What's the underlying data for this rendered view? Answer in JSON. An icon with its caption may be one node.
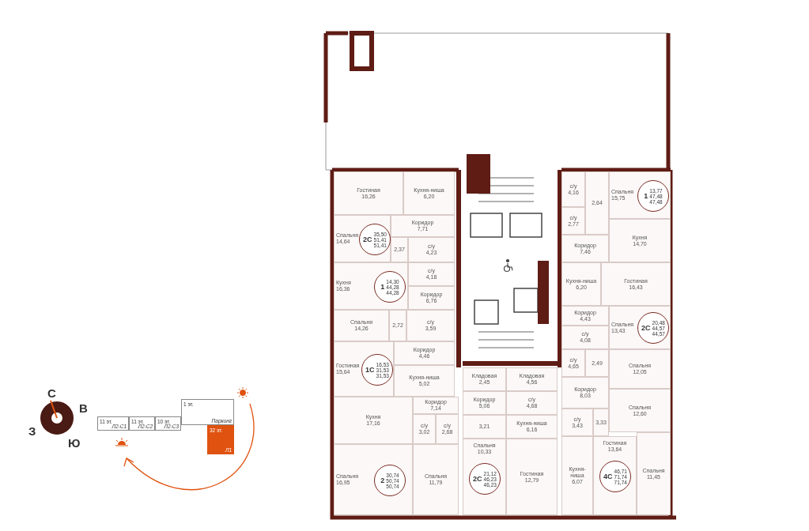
{
  "diagram": {
    "nodes": [
      {
        "text": [
          "Гостиная",
          "16,26"
        ]
      },
      {
        "text": [
          "Кухня-ниша",
          "6,20"
        ]
      },
      {
        "text": [
          "Спальня",
          "14,64"
        ]
      },
      {
        "text": [
          "2С",
          "35,50",
          "51,41",
          "51,41"
        ],
        "in": 2
      },
      {
        "text": [
          "Коридор",
          "7,71"
        ]
      },
      {
        "text": [
          "2,37"
        ]
      },
      {
        "text": [
          "с/у",
          "4,23"
        ]
      },
      {
        "text": [
          "Кухня",
          "16,36"
        ]
      },
      {
        "text": [
          "1",
          "14,30",
          "44,28",
          "44,28"
        ],
        "in": 7
      },
      {
        "text": [
          "с/у",
          "4,18"
        ]
      },
      {
        "text": [
          "Коридор",
          "6,76"
        ]
      },
      {
        "text": [
          "Спальня",
          "14,26"
        ]
      },
      {
        "text": [
          "2,72"
        ]
      },
      {
        "text": [
          "с/у",
          "3,59"
        ]
      },
      {
        "text": [
          "Гостиная",
          "15,64"
        ]
      },
      {
        "text": [
          "1С",
          "16,53",
          "31,53",
          "31,53"
        ],
        "in": 14
      },
      {
        "text": [
          "Коридор",
          "4,46"
        ]
      },
      {
        "text": [
          "Кухня-ниша",
          "5,02"
        ]
      },
      {
        "text": [
          "Кухня",
          "17,16"
        ]
      },
      {
        "text": [
          "Коридор",
          "7,14"
        ]
      },
      {
        "text": [
          "с/у",
          "3,02"
        ]
      },
      {
        "text": [
          "с/у",
          "2,68"
        ]
      },
      {
        "text": [
          "Спальня",
          "16,95"
        ]
      },
      {
        "text": [
          "2",
          "30,74",
          "50,74",
          "50,74"
        ],
        "in": 22
      },
      {
        "text": [
          "Спальня",
          "11,79"
        ]
      },
      {
        "text": [
          "Кладовая",
          "2,45"
        ]
      },
      {
        "text": [
          "Кладовая",
          "4,56"
        ]
      },
      {
        "text": [
          "Коридор",
          "5,06"
        ]
      },
      {
        "text": [
          "с/у",
          "4,68"
        ]
      },
      {
        "text": [
          "3,21"
        ]
      },
      {
        "text": [
          "Кухня-ниша",
          "6,16"
        ]
      },
      {
        "text": [
          "Спальня",
          "10,33"
        ]
      },
      {
        "text": [
          "2С",
          "21,12",
          "46,23",
          "46,23"
        ],
        "in": 31
      },
      {
        "text": [
          "Гостиная",
          "12,79"
        ]
      },
      {
        "text": [
          "с/у",
          "4,16"
        ]
      },
      {
        "text": [
          "2,64"
        ]
      },
      {
        "text": [
          "Спальня",
          "15,75"
        ]
      },
      {
        "text": [
          "1",
          "13,77",
          "47,48",
          "47,48"
        ],
        "in": 36
      },
      {
        "text": [
          "с/у",
          "2,77"
        ]
      },
      {
        "text": [
          "Коридор",
          "7,46"
        ]
      },
      {
        "text": [
          "Кухня",
          "14,70"
        ]
      },
      {
        "text": [
          "Кухня-ниша",
          "6,20"
        ]
      },
      {
        "text": [
          "Гостиная",
          "16,43"
        ]
      },
      {
        "text": [
          "Коридор",
          "4,43"
        ]
      },
      {
        "text": [
          "Спальня",
          "13,43"
        ]
      },
      {
        "text": [
          "2С",
          "20,48",
          "44,57",
          "44,57"
        ],
        "in": 44
      },
      {
        "text": [
          "с/у",
          "4,08"
        ]
      },
      {
        "text": [
          "с/у",
          "4,65"
        ]
      },
      {
        "text": [
          "2,49"
        ]
      },
      {
        "text": [
          "Спальня",
          "12,05"
        ]
      },
      {
        "text": [
          "Коридор",
          "8,03"
        ]
      },
      {
        "text": [
          "с/у",
          "3,43"
        ]
      },
      {
        "text": [
          "3,33"
        ]
      },
      {
        "text": [
          "Спальня",
          "12,60"
        ]
      },
      {
        "text": [
          "Кухня-ниша",
          "6,07"
        ]
      },
      {
        "text": [
          "Гостиная",
          "13,64"
        ]
      },
      {
        "text": [
          "4С",
          "46,71",
          "71,74",
          "71,74"
        ],
        "in": 55
      },
      {
        "text": [
          "Спальня",
          "11,45"
        ]
      },
      {
        "text": [
          "11 эт.",
          "Л2-С1"
        ]
      },
      {
        "text": [
          "11 эт.",
          "Л2-С2"
        ]
      },
      {
        "text": [
          "10 эт.",
          "Л2-С3"
        ]
      },
      {
        "text": [
          "1 эт.",
          "Паркинг"
        ]
      },
      {
        "text": [
          "32 эт.",
          "Л1"
        ]
      }
    ],
    "edges": [],
    "labels": [
      "С",
      "В",
      "З",
      "Ю"
    ]
  }
}
